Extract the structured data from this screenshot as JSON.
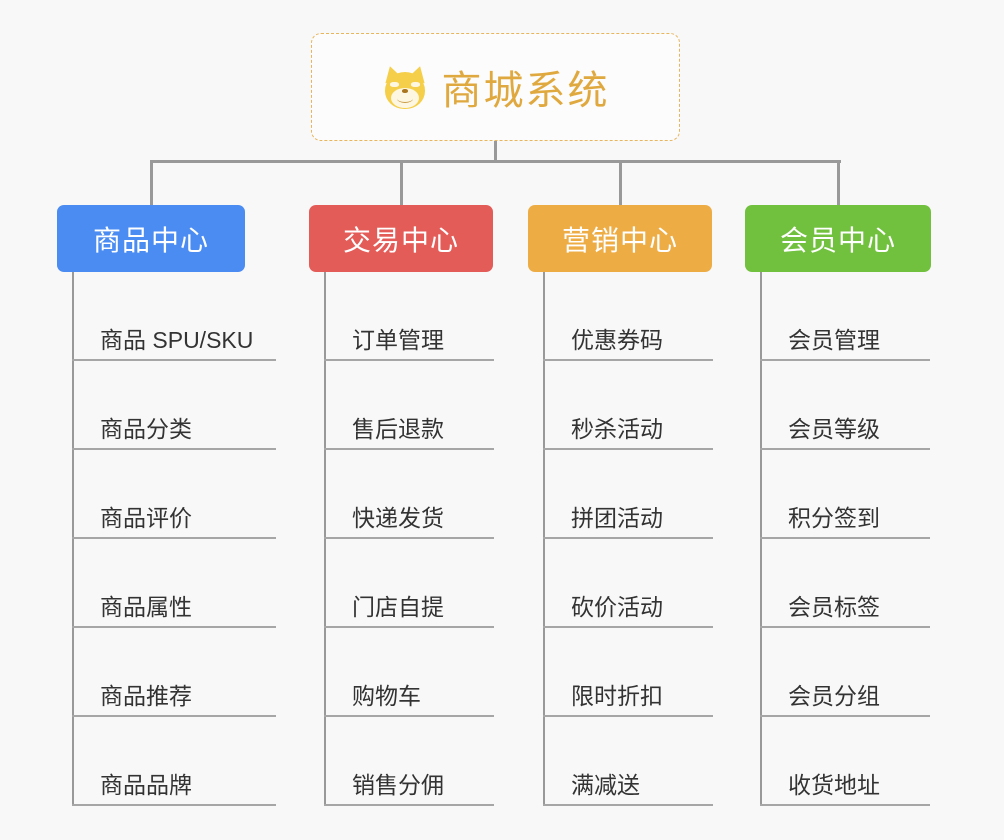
{
  "diagram": {
    "type": "mindmap",
    "background_color": "#f8f8f8",
    "root": {
      "title": "商城系统",
      "icon": "shiba-dog-face",
      "icon_glyph": "🐕",
      "text_color": "#e0a93f",
      "border_color": "#e8b55c"
    },
    "connector_color": "#999999",
    "branches": [
      {
        "label": "商品中心",
        "color": "#4a8cf2",
        "items": [
          "商品 SPU/SKU",
          "商品分类",
          "商品评价",
          "商品属性",
          "商品推荐",
          "商品品牌"
        ]
      },
      {
        "label": "交易中心",
        "color": "#e45c58",
        "items": [
          "订单管理",
          "售后退款",
          "快递发货",
          "门店自提",
          "购物车",
          "销售分佣"
        ]
      },
      {
        "label": "营销中心",
        "color": "#eeac45",
        "items": [
          "优惠券码",
          "秒杀活动",
          "拼团活动",
          "砍价活动",
          "限时折扣",
          "满减送"
        ]
      },
      {
        "label": "会员中心",
        "color": "#71c13f",
        "items": [
          "会员管理",
          "会员等级",
          "积分签到",
          "会员标签",
          "会员分组",
          "收货地址"
        ]
      }
    ]
  }
}
